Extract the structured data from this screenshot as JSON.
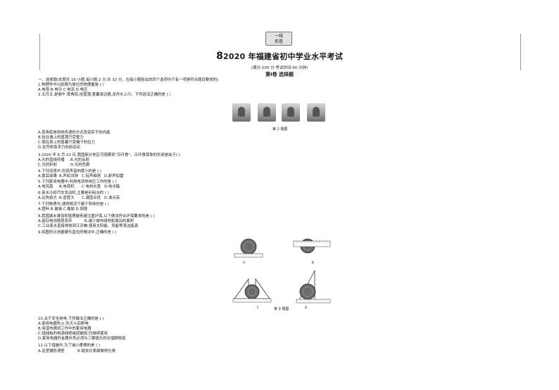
{
  "header": {
    "stamp_line1": "一线",
    "stamp_line2": "名卷",
    "title_number": "8",
    "title_text": "2020 年福建省初中学业水平考试",
    "meta": "(满分:100 分    考试时间:90 分钟)",
    "part": "第Ⅰ卷    选择题"
  },
  "instruction": "一、选择题(本题共 16 小题,每小题 2 分,共 32 分。在每小题给出的四个选项中只有一项是符合题目要求的)",
  "questions": {
    "q1": {
      "stem": "1.物理学中以欧姆为单位的物理量是      (      )",
      "options": "A.电阻    B.电功    C.电流    D.电压"
    },
    "q2": {
      "stem": "2.五月五,是端午,蒸角粽,挂菖蒲,香囊身边佩,龙舟水上行。下列说法正确的是      (      )",
      "figure_caption": "第 2 题图",
      "optA": "A.蒸角粽是用热传递的方式改变粽子的内能",
      "optB": "B.挂在墙上的菖蒲只受重力",
      "optC": "C.佩在身上的香囊只受绳子的拉力",
      "optD": "D.龙舟依靠浮力向前运动"
    },
    "q3": {
      "stem": "3.2020 年 6 月 21 日,我国部分地区可观察到“日环食”。日环食现象的形成是由于(      )",
      "optA": "A.光的直线传播",
      "optB": "B.光的反射",
      "optC": "C.光的折射",
      "optD": "D.光的色散"
    },
    "q4": {
      "stem": "4.下列词语中,形容声音响度小的是      (      )",
      "optA": "A.震耳欲聋",
      "optB": "B.声如洪钟",
      "optC": "C.轻声细语",
      "optD": "D.鼾声如雷"
    },
    "q5": {
      "stem": "5.下列家用电器中,利用电流热效应工作的是      (      )",
      "optA": "A.电风扇",
      "optB": "B.电视机",
      "optC": "C.电热水壶",
      "optD": "D.电冰箱"
    },
    "q6": {
      "stem": "6.用水冷却汽车发动机,主要是利用水的      (      )",
      "optA": "A.比热容大",
      "optB": "B.密度大",
      "optC": "C.凝固点低",
      "optD": "D.沸点高"
    },
    "q7": {
      "stem": "7.下列物质中,通常情况下属于导体的是      (      )",
      "options": "A.塑料    B.玻璃    C.橡胶    D.钢铁"
    },
    "q8": {
      "stem": "8.我国城乡建设和管理越来越注重环保,以下做法符合环保要求的是      (      )",
      "optA": "A.废旧电池随意丢弃",
      "optB": "B.减少城市绿地和湖泊的面积",
      "optC": "C.工业废水直接排放到江河中",
      "optD": "D.使用太阳能、风能等清洁能源"
    },
    "q9": {
      "stem": "9.如图所示测量硬币直径的做法中,正确的是      (      )",
      "figure_caption": "第 9 题图",
      "labels": [
        "A",
        "B",
        "C",
        "D"
      ]
    },
    "q10": {
      "stem": "10.关于安全用电,下列做法正确的是      (      )",
      "optA": "A.家用电器失火,先灭火后断电",
      "optB": "B.用湿布擦拭工作中的家用电器",
      "optC": "C.插线板的电源线绝缘层破损,仍继续使用",
      "optD": "D.家用电器的金属外壳必须与三脚插头的长插脚相连"
    },
    "q11": {
      "stem": "11.以下措施中,为了减小摩擦的是      (      )",
      "optA": "A.浴室铺防滑垫",
      "optB": "B.缝衣针表面做得光滑"
    }
  }
}
